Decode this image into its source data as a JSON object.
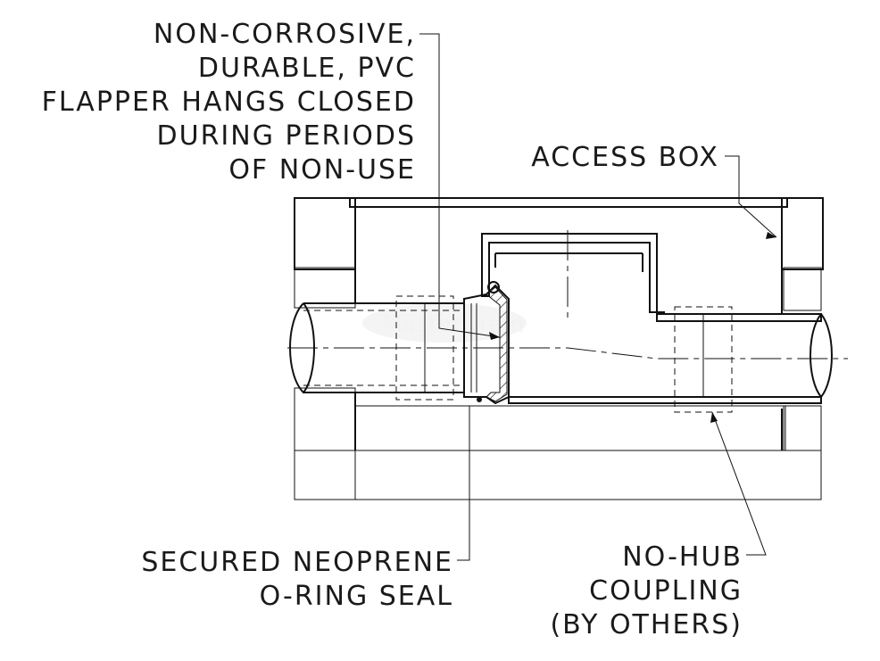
{
  "labels": {
    "flapper": [
      "NON-CORROSIVE,",
      "DURABLE, PVC",
      "FLAPPER HANGS CLOSED",
      "DURING PERIODS",
      "OF NON-USE"
    ],
    "access_box": "ACCESS BOX",
    "seal": [
      "SECURED NEOPRENE",
      "O-RING SEAL"
    ],
    "coupling": [
      "NO-HUB",
      "COUPLING",
      "(BY OTHERS)"
    ]
  },
  "watermark": "MasterDrain",
  "colors": {
    "line": "#111111",
    "background": "#ffffff",
    "watermark": "#eeeeee"
  }
}
